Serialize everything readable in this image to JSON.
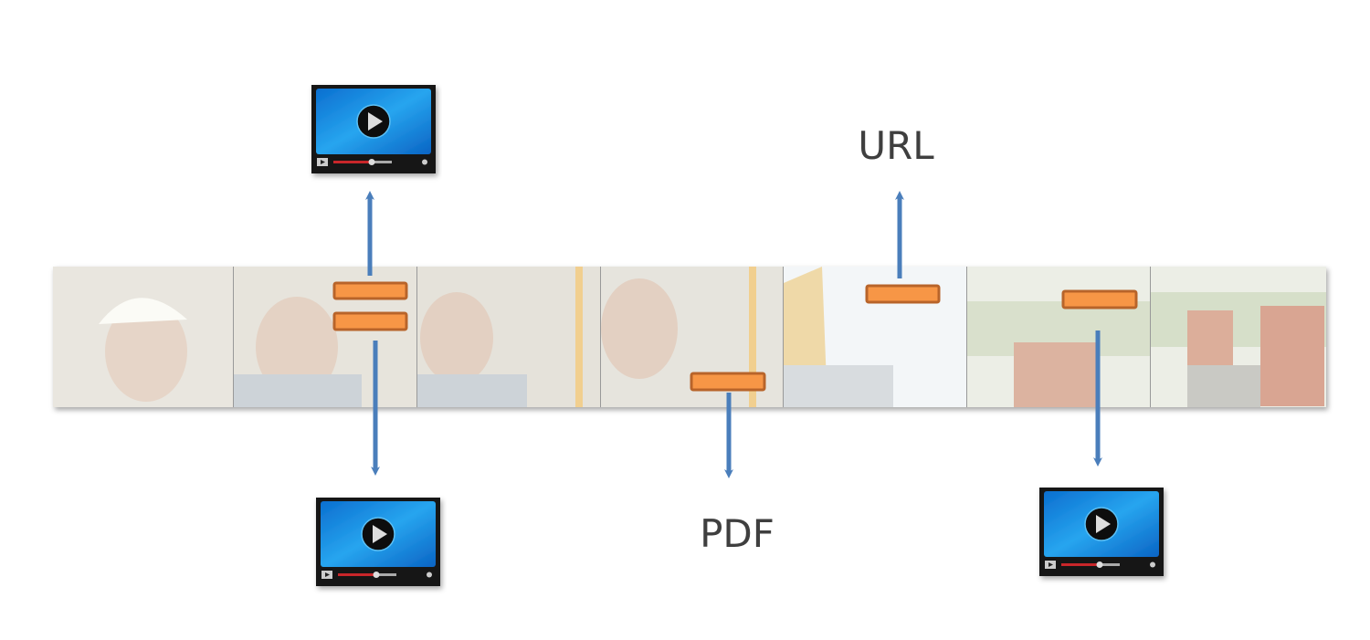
{
  "labels": {
    "url": "URL",
    "pdf": "PDF"
  },
  "filmstrip": {
    "frames": [
      "frame-1",
      "frame-2",
      "frame-3",
      "frame-4",
      "frame-5",
      "frame-6",
      "frame-7"
    ]
  },
  "icons": [
    "video-player-icon",
    "video-player-icon",
    "video-player-icon"
  ],
  "colors": {
    "marker_fill": "#f79646",
    "marker_border": "#b8642a",
    "arrow": "#4a7ebb",
    "label": "#3f3f3f",
    "player_screen": "#1a8de0"
  }
}
